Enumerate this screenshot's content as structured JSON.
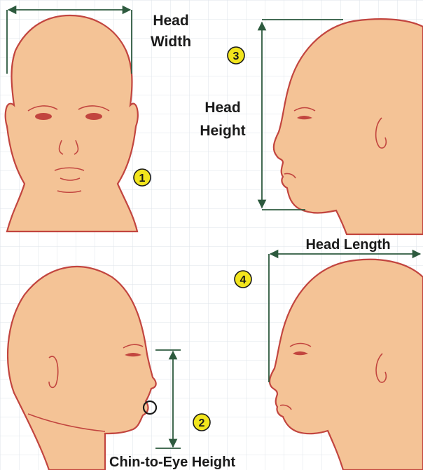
{
  "colors": {
    "skin": "#f4c396",
    "outline": "#c2453f",
    "arrow": "#2d5a3e",
    "badge": "#f2e51d",
    "grid": "#dde3ea"
  },
  "labels": {
    "head_width_line1": "Head",
    "head_width_line2": "Width",
    "head_height_line1": "Head",
    "head_height_line2": "Height",
    "head_length": "Head Length",
    "chin_to_eye": "Chin-to-Eye Height"
  },
  "badges": {
    "b1": "1",
    "b2": "2",
    "b3": "3",
    "b4": "4"
  }
}
